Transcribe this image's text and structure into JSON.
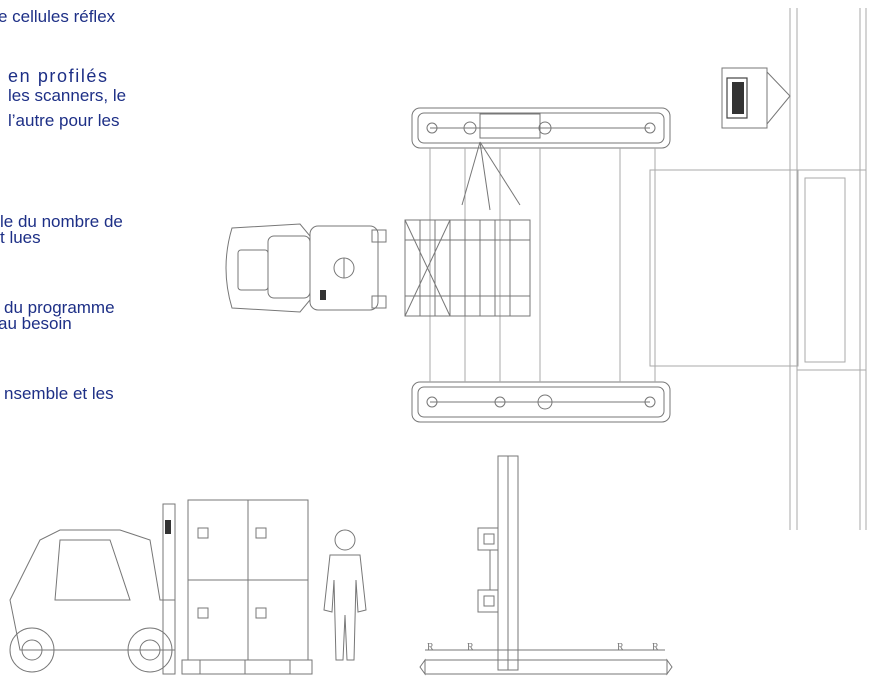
{
  "text_lines": [
    "e cellules réflex",
    "en profilés",
    "les scanners, le",
    "l’autre pour les",
    "le du nombre de",
    "t lues",
    "du programme",
    "au besoin",
    "nsemble et les"
  ],
  "colors": {
    "text": "#1d2f86",
    "line": "#777777",
    "background": "#ffffff"
  }
}
